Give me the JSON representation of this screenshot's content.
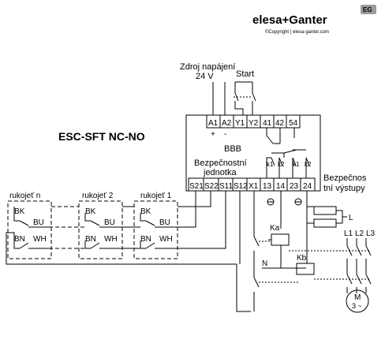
{
  "header": {
    "brand": "elesa+Ganter",
    "badge": "EG",
    "copyright": "©Copyright | elesa-ganter.com"
  },
  "title": "ESC-SFT NC-NO",
  "supply": {
    "line1": "Zdroj napájení",
    "line2": "24 V"
  },
  "start_label": "Start",
  "module": {
    "name": "BBB",
    "unit_line1": "Bezpečnostní",
    "unit_line2": "jednotka",
    "plus": "+",
    "minus": "-",
    "top_terminals": [
      "A1",
      "A2",
      "Y1",
      "Y2",
      "41",
      "42",
      "54"
    ],
    "bottom_terminals": [
      "S21",
      "S22",
      "S11",
      "S12",
      "X1",
      "13",
      "14",
      "23",
      "24"
    ],
    "contacts": [
      "k1",
      "k2",
      "k1",
      "k2"
    ]
  },
  "safety_outputs": {
    "line1": "Bezpečnos",
    "line2": "tní výstupy"
  },
  "handles": [
    {
      "label": "rukojeť n",
      "bk": "BK",
      "bu": "BU",
      "bn": "BN",
      "wh": "WH"
    },
    {
      "label": "rukojeť 2",
      "bk": "BK",
      "bu": "BU",
      "bn": "BN",
      "wh": "WH"
    },
    {
      "label": "rukojeť 1",
      "bk": "BK",
      "bu": "BU",
      "bn": "BN",
      "wh": "WH"
    }
  ],
  "contactors": {
    "ka": "Ka",
    "kb": "Kb"
  },
  "power": {
    "l": "L",
    "n": "N",
    "l1": "L1",
    "l2": "L2",
    "l3": "L3"
  },
  "motor": {
    "m": "M",
    "phase": "3 ~"
  }
}
